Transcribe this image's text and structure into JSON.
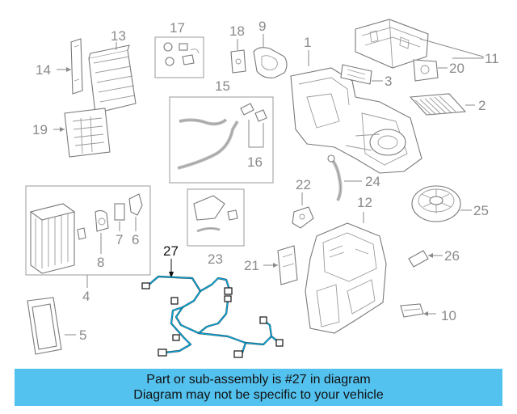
{
  "callouts": {
    "c1": "1",
    "c2": "2",
    "c3": "3",
    "c4": "4",
    "c5": "5",
    "c6": "6",
    "c7": "7",
    "c8": "8",
    "c9": "9",
    "c10": "10",
    "c11": "11",
    "c12": "12",
    "c13": "13",
    "c14": "14",
    "c15": "15",
    "c16": "16",
    "c17": "17",
    "c18": "18",
    "c19": "19",
    "c20": "20",
    "c21": "21",
    "c22": "22",
    "c23": "23",
    "c24": "24",
    "c25": "25",
    "c26": "26",
    "c27": "27"
  },
  "banner": {
    "line1": "Part or sub-assembly is #27 in diagram",
    "line2": "Diagram may not be specific to your vehicle",
    "color": "#54c2ef"
  },
  "highlight_color": "#0aa6d8"
}
